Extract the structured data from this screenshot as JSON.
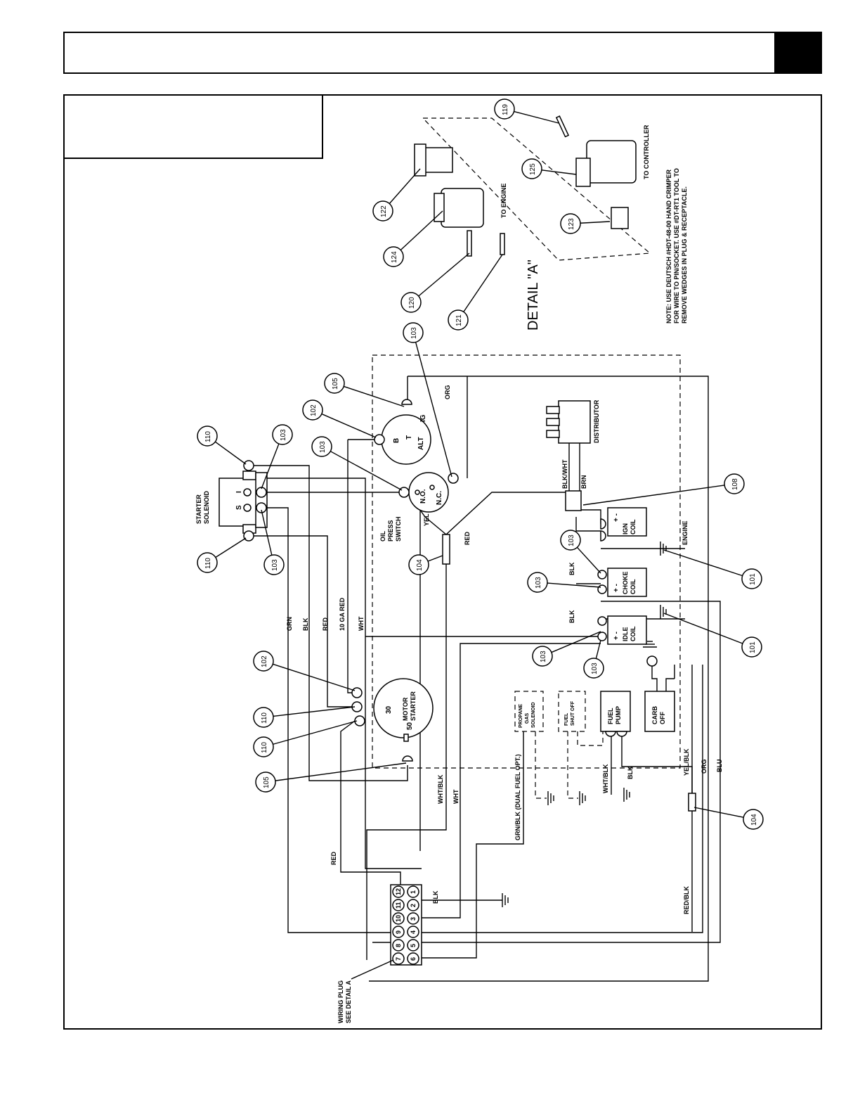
{
  "wire_labels": {
    "grn": "GRN",
    "blk": "BLK",
    "red": "RED",
    "red_10ga": "10 GA RED",
    "wht": "WHT",
    "yel": "YEL",
    "org": "ORG",
    "blu": "BLU",
    "yel_blk": "YEL/BLK",
    "red_blk": "RED/BLK",
    "wht_blk": "WHT/BLK",
    "grn_blk_dual": "GRN/BLK (DUAL FUEL OPT.)",
    "blk_wht": "BLK/WHT",
    "brn": "BRN"
  },
  "components": {
    "starter_solenoid": "STARTER\nSOLENOID",
    "oil_press_switch": "OIL\nPRESS\nSWITCH",
    "distributor": "DISTRIBUTOR",
    "ign_coil": "IGN\nCOIL",
    "choke_coil": "CHOKE\nCOIL",
    "idle_coil": "IDLE\nCOIL",
    "motor_starter": "MOTOR\nSTARTER",
    "propane_gas_solenoid": "PROPANE\nGAS\nSOLENOID",
    "fuel_shut_off": "FUEL\nSHUT OFF",
    "fuel_pump": "FUEL\nPUMP",
    "carb_off": "CARB\nOFF",
    "engine": "ENGINE",
    "wiring_plug": "WIRING PLUG\nSEE DETAIL A",
    "alt": "ALT",
    "no": "N.O.",
    "nc": "N.C."
  },
  "terminals": {
    "alt_b": "B",
    "alt_t": "T",
    "alt_ig": "IG",
    "sol_s": "S",
    "sol_i": "I",
    "starter_30": "30",
    "starter_50": "50",
    "plus": "+",
    "minus": "-"
  },
  "plug_pins": [
    "1",
    "2",
    "3",
    "4",
    "5",
    "6",
    "7",
    "8",
    "9",
    "10",
    "11",
    "12"
  ],
  "callouts": [
    "101",
    "102",
    "103",
    "104",
    "105",
    "108",
    "110",
    "119",
    "120",
    "121",
    "122",
    "123",
    "124",
    "125"
  ],
  "detail": {
    "title": "DETAIL \"A\"",
    "to_engine": "TO ENGINE",
    "to_controller": "TO CONTROLLER",
    "note": [
      "NOTE:  USE DEUTSCH #HDT-48-00 HAND CRIMPER",
      "FOR WIRE TO PIN/SOCKET. USE #DT-RT1 TOOL TO",
      "REMOVE WEDGES IN PLUG & RECEPTACLE."
    ]
  }
}
